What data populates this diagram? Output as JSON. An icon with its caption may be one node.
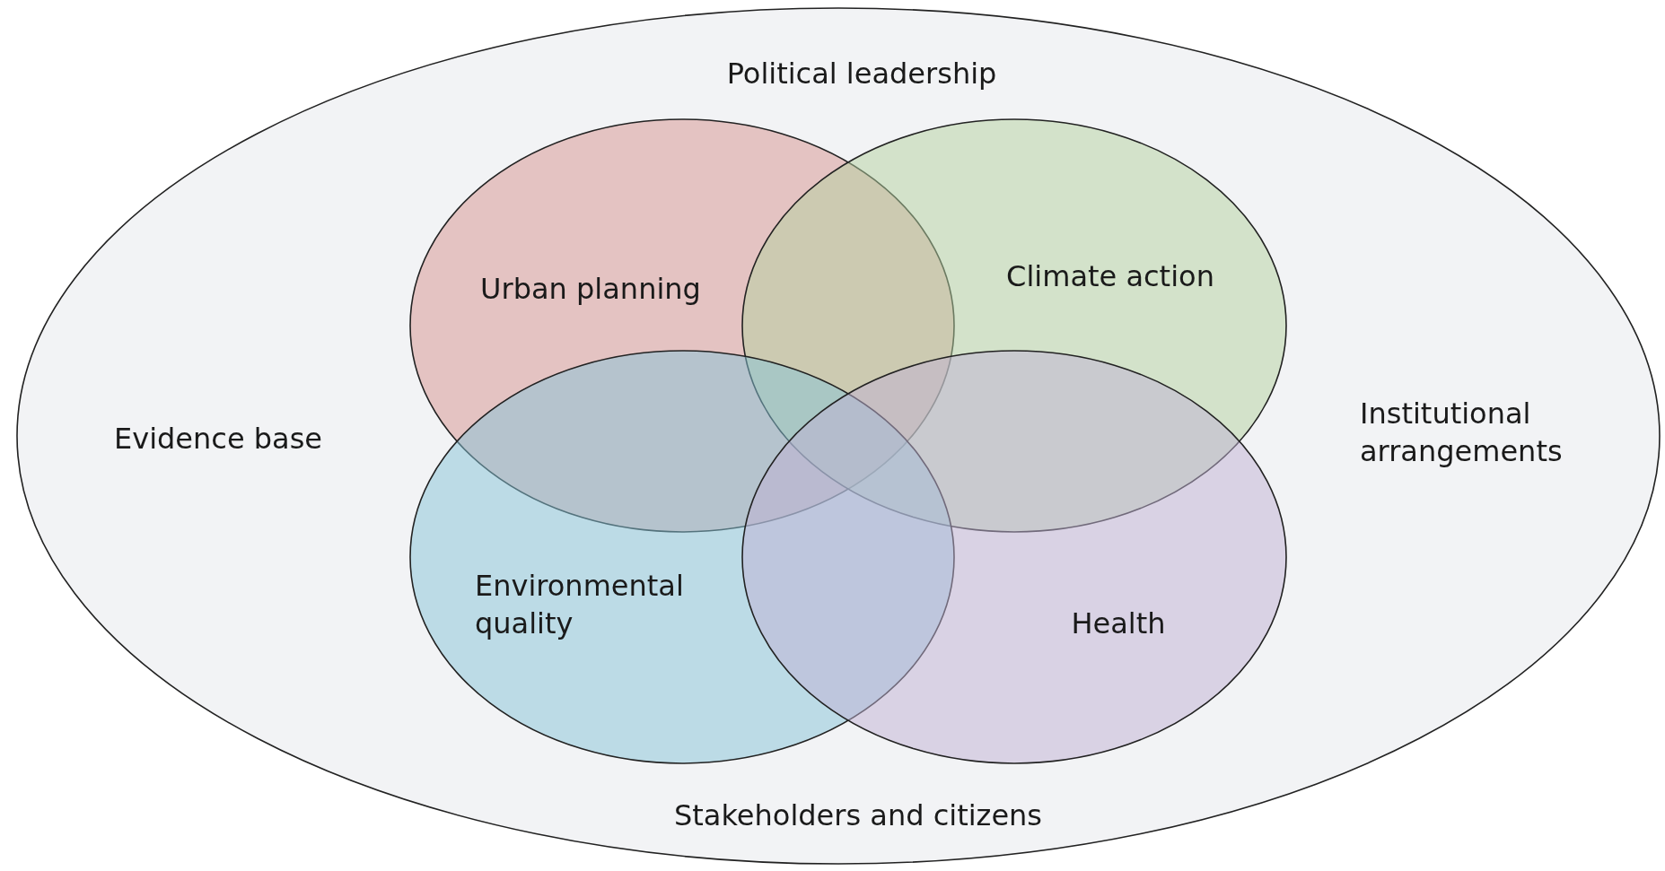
{
  "diagram": {
    "nodes": [
      {
        "text": [
          "Political leadership",
          "Evidence base",
          "Institutional arrangements",
          "Stakeholders and citizens"
        ]
      },
      {
        "text": [
          "Urban planning"
        ],
        "in": 0
      },
      {
        "text": [
          "Climate action"
        ],
        "in": 0
      },
      {
        "text": [
          "Environmental quality"
        ],
        "in": 0
      },
      {
        "text": [
          "Health"
        ],
        "in": 0
      }
    ],
    "edges": []
  }
}
